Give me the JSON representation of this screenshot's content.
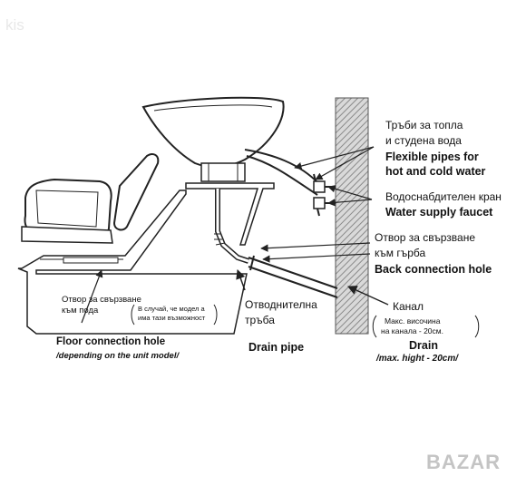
{
  "watermarks": {
    "top_left": "kis",
    "bottom_right": "BAZAR"
  },
  "labels": {
    "hot_cold_bg_1": "Тръби за топла",
    "hot_cold_bg_2": "и студена вода",
    "hot_cold_en_1": "Flexible pipes for",
    "hot_cold_en_2": "hot and cold water",
    "faucet_bg": "Водоснабдителен кран",
    "faucet_en": "Water supply faucet",
    "back_hole_bg_1": "Отвор за свързване",
    "back_hole_bg_2": "към гърба",
    "back_hole_en": "Back connection hole",
    "channel_bg": "Канал",
    "channel_note_1": "Макс. височина",
    "channel_note_2": "на канала - 20см.",
    "drain_en": "Drain",
    "drain_max_en": "/max. hight - 20cm/",
    "drain_pipe_bg_1": "Отводнителна",
    "drain_pipe_bg_2": "тръба",
    "drain_pipe_en": "Drain pipe",
    "floor_hole_bg_1": "Отвор за свързване",
    "floor_hole_bg_2": "към пода",
    "floor_note_1": "В случай, че модел а",
    "floor_note_2": "има тази възможност",
    "floor_hole_en": "Floor connection hole",
    "floor_hole_en_note": "/depending on the unit model/"
  },
  "colors": {
    "wall_hatch": "#8a8a8a",
    "line": "#222222"
  }
}
